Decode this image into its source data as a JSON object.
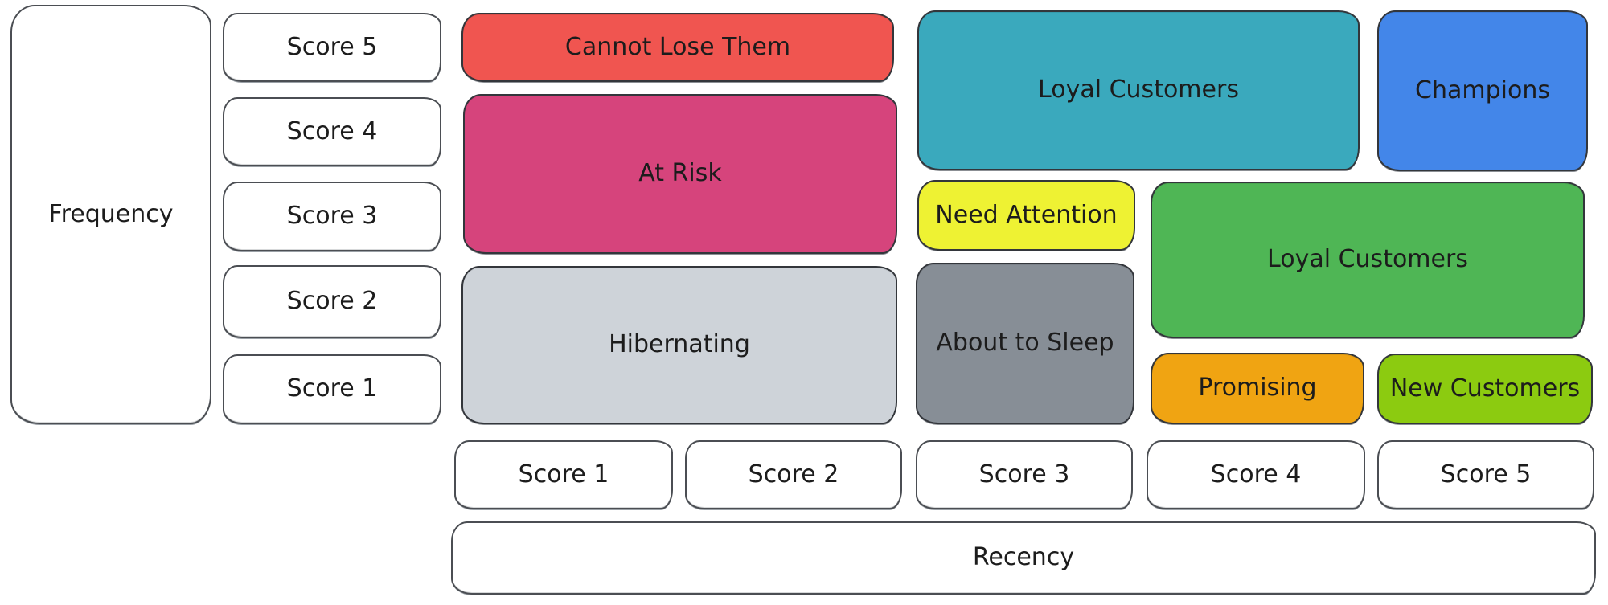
{
  "diagram": {
    "y_axis": {
      "label": "Frequency",
      "scores": [
        "Score 5",
        "Score 4",
        "Score 3",
        "Score 2",
        "Score 1"
      ]
    },
    "x_axis": {
      "label": "Recency",
      "scores": [
        "Score 1",
        "Score 2",
        "Score 3",
        "Score 4",
        "Score 5"
      ]
    },
    "segments": [
      {
        "label": "Cannot Lose Them",
        "color": "#f05550",
        "recency_scores": [
          1,
          2
        ],
        "frequency_scores": [
          5,
          5
        ]
      },
      {
        "label": "At Risk",
        "color": "#d6447c",
        "recency_scores": [
          1,
          2
        ],
        "frequency_scores": [
          3,
          4
        ]
      },
      {
        "label": "Hibernating",
        "color": "#ced3d9",
        "recency_scores": [
          1,
          2
        ],
        "frequency_scores": [
          1,
          2
        ]
      },
      {
        "label": "Loyal Customers",
        "color": "#3aa9bd",
        "recency_scores": [
          3,
          4
        ],
        "frequency_scores": [
          4,
          5
        ]
      },
      {
        "label": "Champions",
        "color": "#4386e9",
        "recency_scores": [
          5,
          5
        ],
        "frequency_scores": [
          4,
          5
        ]
      },
      {
        "label": "Need Attention",
        "color": "#eef233",
        "recency_scores": [
          3,
          3
        ],
        "frequency_scores": [
          3,
          3
        ]
      },
      {
        "label": "Loyal Customers",
        "color": "#4fb655",
        "recency_scores": [
          4,
          5
        ],
        "frequency_scores": [
          2,
          3
        ]
      },
      {
        "label": "About to Sleep",
        "color": "#878e96",
        "recency_scores": [
          3,
          3
        ],
        "frequency_scores": [
          1,
          2
        ]
      },
      {
        "label": "Promising",
        "color": "#f0a412",
        "recency_scores": [
          4,
          4
        ],
        "frequency_scores": [
          1,
          1
        ]
      },
      {
        "label": "New Customers",
        "color": "#8ccb10",
        "recency_scores": [
          5,
          5
        ],
        "frequency_scores": [
          1,
          1
        ]
      }
    ],
    "text_color": "#1c1c1c"
  }
}
